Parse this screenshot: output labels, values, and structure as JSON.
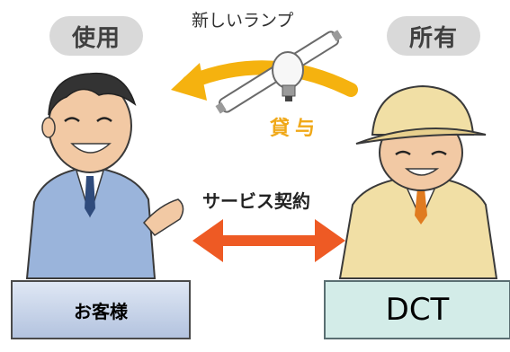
{
  "labels": {
    "use": "使用",
    "own": "所有",
    "new_lamp": "新しいランプ",
    "lend": "貸与",
    "service_contract": "サービス契約",
    "customer": "お客様",
    "company": "DCT"
  },
  "colors": {
    "arrow_orange_yellow": "#f5b20f",
    "arrow_red_orange": "#ee5a24",
    "customer_suit": "#9ab4db",
    "worker_uniform": "#f1dfa5",
    "customer_box": "#c8d4ea",
    "company_box": "#d3ece8"
  }
}
